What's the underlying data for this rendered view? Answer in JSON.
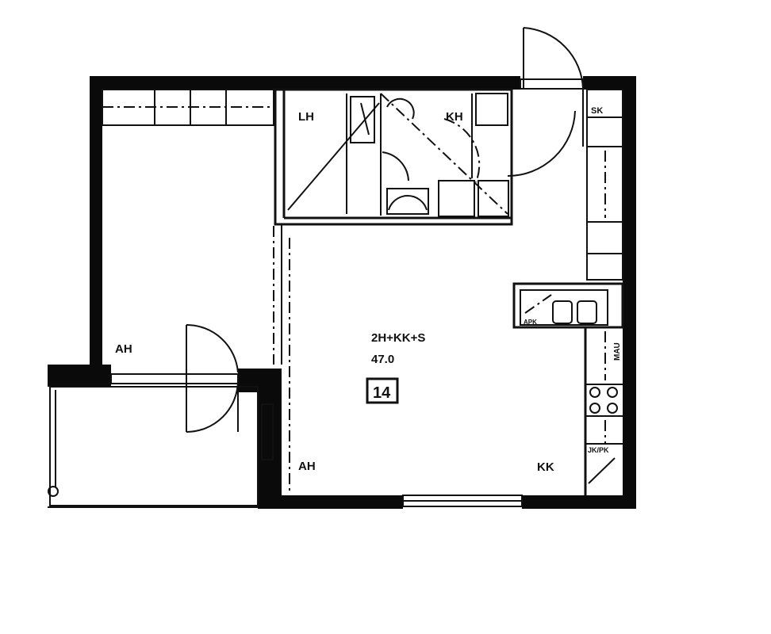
{
  "plan": {
    "apartment_type": "2H+KK+S",
    "area": "47.0",
    "apartment_number": "14"
  },
  "rooms": {
    "lh": "LH",
    "kh": "KH",
    "sk": "SK",
    "ah_bedroom": "AH",
    "ah_living": "AH",
    "kk": "KK"
  },
  "fixtures": {
    "apk": "APK",
    "mau": "MAU",
    "jk_pk": "JK/PK"
  },
  "colors": {
    "ink": "#111111",
    "paper": "#ffffff"
  }
}
